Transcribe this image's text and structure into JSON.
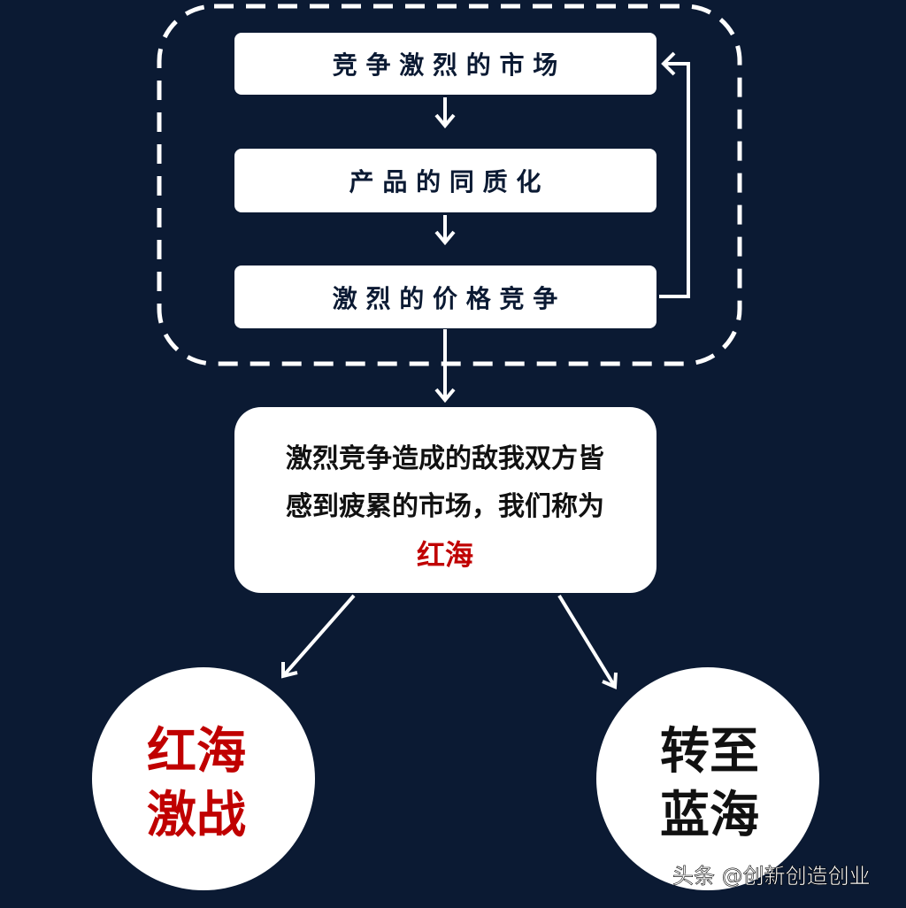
{
  "colors": {
    "background": "#0b1a33",
    "box": "#ffffff",
    "text": "#0b1a33",
    "highlight": "#c00000",
    "black": "#111111"
  },
  "loop": {
    "steps": [
      "竞 争 激 烈 的 市 场",
      "产 品 的 同 质 化",
      "激 烈 的 价 格 竞 争"
    ]
  },
  "result": {
    "line1": "激烈竞争造成的敌我双方皆",
    "line2": "感到疲累的市场，我们称为",
    "highlight": "红海"
  },
  "outcomes": {
    "left": {
      "line1": "红海",
      "line2": "激战"
    },
    "right": {
      "line1": "转至",
      "line2": "蓝海"
    }
  },
  "watermark": "头条 @创新创造创业"
}
